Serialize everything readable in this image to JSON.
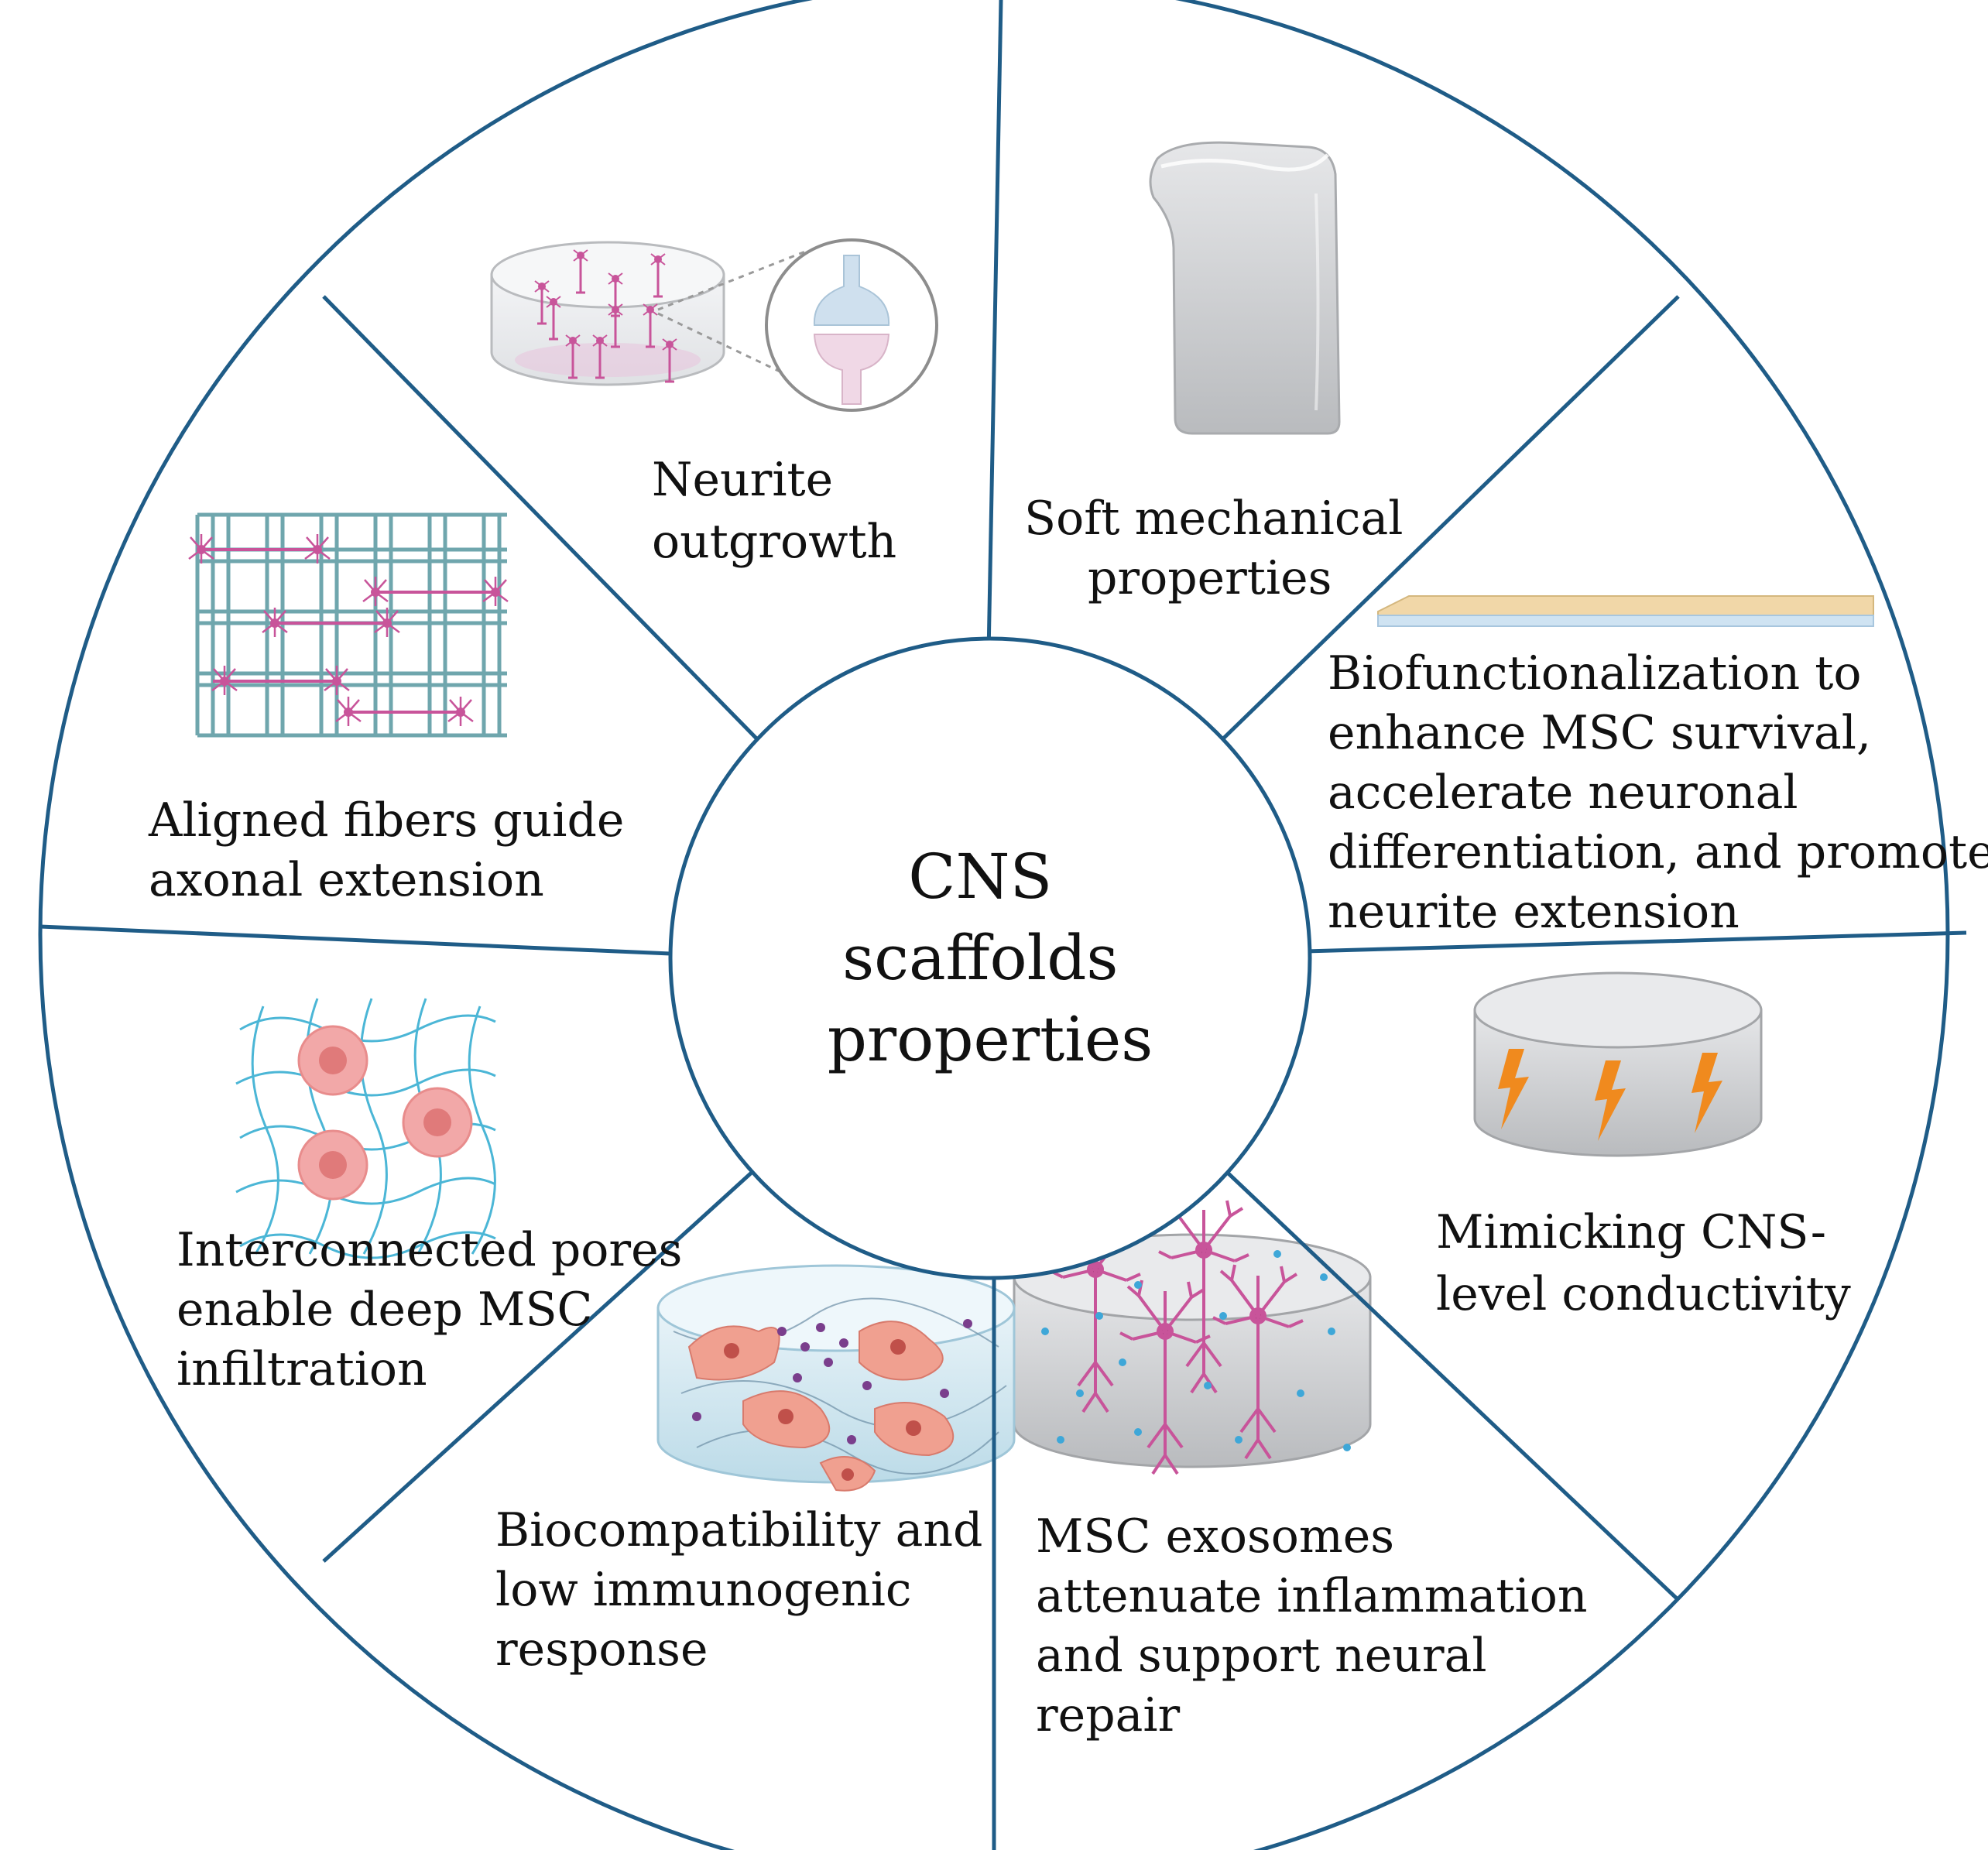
{
  "center": {
    "lines": [
      "CNS",
      "scaffolds",
      "properties"
    ]
  },
  "segments": [
    {
      "id": "neurite-outgrowth",
      "lines": [
        "Neurite",
        "outgrowth"
      ],
      "icon": "neuron-scaffold-synapse-icon"
    },
    {
      "id": "soft-mechanical",
      "lines": [
        "Soft mechanical",
        "properties"
      ],
      "icon": "soft-gel-block-icon"
    },
    {
      "id": "biofunctionalization",
      "lines": [
        "Biofunctionalization to",
        "enhance MSC survival,",
        "accelerate neuronal",
        "differentiation, and promote",
        "neurite extension"
      ],
      "icon": "coated-layer-icon"
    },
    {
      "id": "conductivity",
      "lines": [
        "Mimicking CNS-",
        "level conductivity"
      ],
      "icon": "conductive-scaffold-lightning-icon"
    },
    {
      "id": "exosomes",
      "lines": [
        "MSC exosomes",
        "attenuate inflammation",
        "and support neural",
        "repair"
      ],
      "icon": "neurons-exosomes-scaffold-icon"
    },
    {
      "id": "biocompatibility",
      "lines": [
        "Biocompatibility and",
        "low immunogenic",
        "response"
      ],
      "icon": "cells-in-hydrogel-icon"
    },
    {
      "id": "interconnected-pores",
      "lines": [
        "Interconnected pores",
        "enable deep MSC",
        "infiltration"
      ],
      "icon": "porous-network-cells-icon"
    },
    {
      "id": "aligned-fibers",
      "lines": [
        "Aligned fibers guide",
        "axonal extension"
      ],
      "icon": "aligned-fiber-grid-icon"
    }
  ],
  "colors": {
    "outline": "#1f5c87",
    "neuron": "#c8549a",
    "fiber_grid": "#6fa6ad",
    "pore_network": "#4bb6d6",
    "cell_fill": "#f2a8a8",
    "cell_nucleus": "#e07a7a",
    "gel_gray": "#c9cacc",
    "bolt": "#f08a1e",
    "exosome": "#3ea7d8",
    "layer_tan": "#f1d7a8",
    "layer_blue": "#cfe3f2"
  }
}
